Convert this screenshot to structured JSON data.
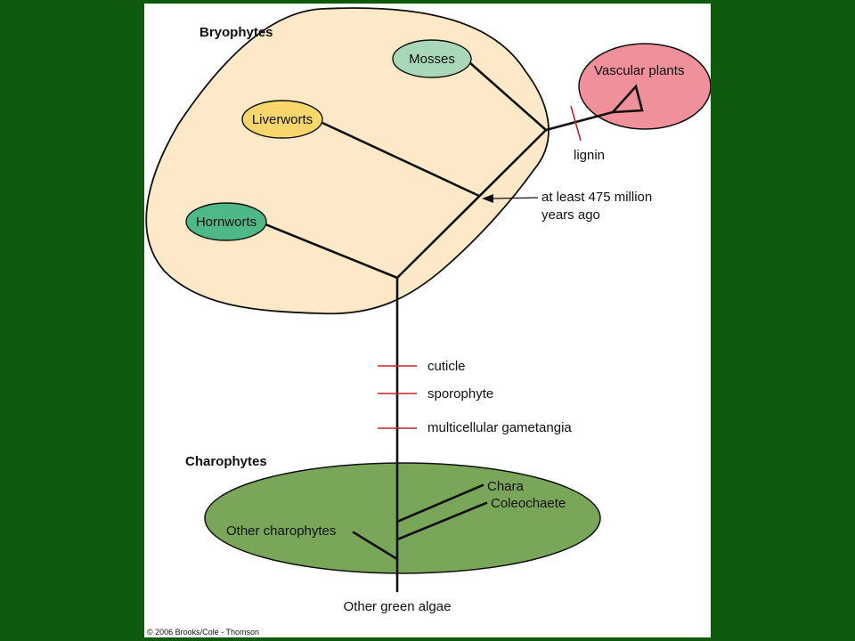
{
  "colors": {
    "background": "#0f5a0f",
    "slide": "#ffffff",
    "bryophyte_region": "#fde9c8",
    "charophyte_region": "#7aa65a",
    "vascular_region": "#f0909a",
    "mosses": "#a9d8b8",
    "liverworts": "#f7d66b",
    "hornworts": "#4fb887",
    "trait_marker": "#c8202a",
    "line": "#111111"
  },
  "groups": {
    "bryophytes": "Bryophytes",
    "charophytes": "Charophytes"
  },
  "nodes": {
    "mosses": "Mosses",
    "liverworts": "Liverworts",
    "hornworts": "Hornworts",
    "vascular_plants": "Vascular plants",
    "chara": "Chara",
    "coleochaete": "Coleochaete",
    "other_charophytes": "Other charophytes",
    "other_green_algae": "Other green algae"
  },
  "annotations": {
    "lignin": "lignin",
    "age_line1": "at least 475 million",
    "age_line2": "years ago",
    "cuticle": "cuticle",
    "sporophyte": "sporophyte",
    "gametangia": "multicellular gametangia"
  },
  "copyright": "© 2006 Brooks/Cole - Thomson"
}
